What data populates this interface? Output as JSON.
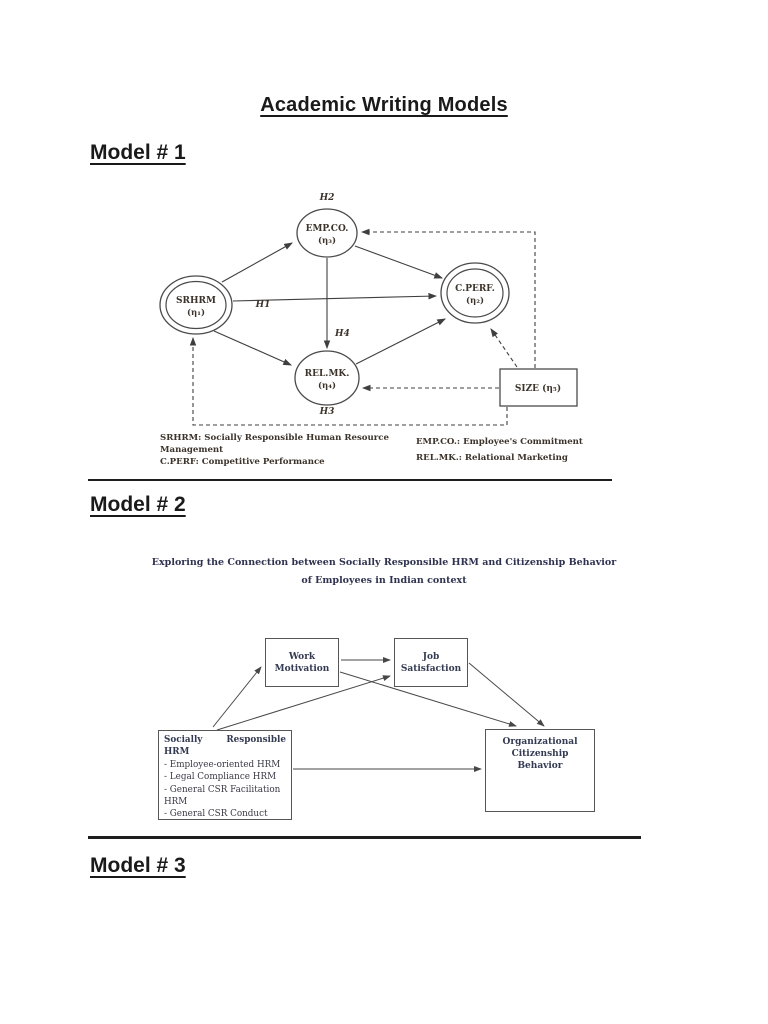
{
  "page": {
    "title": "Academic Writing Models",
    "heading_model1": "Model # 1",
    "heading_model2": "Model # 2",
    "heading_model3": "Model # 3"
  },
  "colors": {
    "model1_figure_text": "#3c332b",
    "model2_figure_text": "#333a52",
    "separator": "#1d1d1d"
  },
  "model1": {
    "nodes": {
      "srhrm": {
        "name": "SRHRM",
        "eta": "(η₁)"
      },
      "empco": {
        "name": "EMP.CO.",
        "eta": "(η₃)"
      },
      "cperf": {
        "name": "C.PERF.",
        "eta": "(η₂)"
      },
      "relmk": {
        "name": "REL.MK.",
        "eta": "(η₄)"
      },
      "size": {
        "name": "SIZE (η₅)"
      }
    },
    "labels": {
      "h1": "H1",
      "h2": "H2",
      "h3": "H3",
      "h4": "H4"
    },
    "legend_left": [
      "SRHRM: Socially Responsible Human Resource",
      "Management",
      "C.PERF: Competitive Performance"
    ],
    "legend_right": [
      "EMP.CO.: Employee's Commitment",
      "REL.MK.: Relational Marketing"
    ]
  },
  "model2": {
    "title_line1": "Exploring the Connection between Socially Responsible HRM and Citizenship Behavior",
    "title_line2": "of Employees in Indian context",
    "boxes": {
      "work_motivation": {
        "line1": "Work",
        "line2": "Motivation"
      },
      "job_satisfaction": {
        "line1": "Job",
        "line2": "Satisfaction"
      },
      "ocb": {
        "line1": "Organizational",
        "line2": "Citizenship",
        "line3": "Behavior"
      },
      "srhrm": {
        "bold_word1": "Socially",
        "bold_word2": "Responsible",
        "bold_line2": "HRM",
        "item1": "- Employee-oriented HRM",
        "item2": "- Legal Compliance HRM",
        "item3": "- General CSR Facilitation",
        "item4": "HRM",
        "item5": "- General CSR Conduct"
      }
    }
  }
}
